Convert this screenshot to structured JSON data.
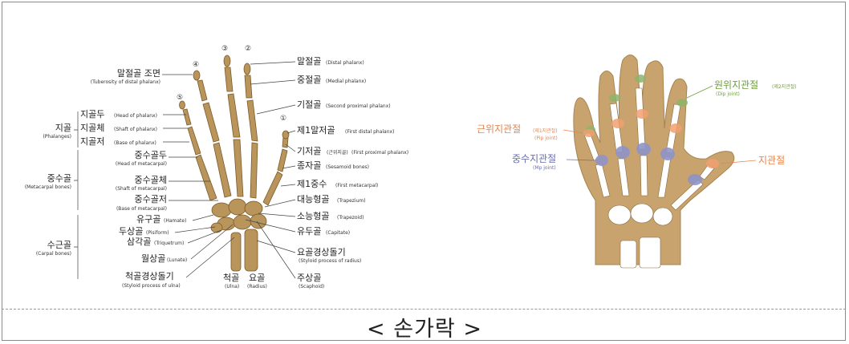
{
  "caption": "< 손가락 >",
  "colors": {
    "bone": "#b9955b",
    "palm": "#c8a36e",
    "green_joint": "#8fb46b",
    "orange_joint": "#f0a070",
    "blue_joint": "#8f94c8"
  },
  "left_diagram": {
    "finger_numbers": [
      "①",
      "②",
      "③",
      "④",
      "⑤"
    ],
    "left_labels": [
      {
        "ko": "말절골 조면",
        "en": "(Tuberosity of distal phalanx)"
      },
      {
        "ko": "지골두",
        "en": "(Head of phalanx)"
      },
      {
        "ko": "지골체",
        "en": "(Shaft of phalanx)"
      },
      {
        "ko": "지골저",
        "en": "(Base of phalanx)"
      },
      {
        "ko": "중수골두",
        "en": "(Head of metacarpal)"
      },
      {
        "ko": "중수골체",
        "en": "(Shaft of metacarpal)"
      },
      {
        "ko": "중수골저",
        "en": "(Base of metacarpal)"
      },
      {
        "ko": "유구골",
        "en": "(Hamate)"
      },
      {
        "ko": "두상골",
        "en": "(Pisiform)"
      },
      {
        "ko": "삼각골",
        "en": "(Triquetrum)"
      },
      {
        "ko": "월상골",
        "en": "(Lunate)"
      },
      {
        "ko": "척골경상돌기",
        "en": "(Styloid process of ulna)"
      }
    ],
    "groups": [
      {
        "ko": "지골",
        "en": "(Phalanges)"
      },
      {
        "ko": "중수골",
        "en": "(Metacarpal bones)"
      },
      {
        "ko": "수근골",
        "en": "(Carpal bones)"
      }
    ],
    "bottom_labels": [
      {
        "ko": "척골",
        "en": "(Ulna)"
      },
      {
        "ko": "요골",
        "en": "(Radius)"
      }
    ],
    "right_labels": [
      {
        "ko": "말절골",
        "en": "(Distal phalanx)"
      },
      {
        "ko": "중절골",
        "en": "(Medial phalanx)"
      },
      {
        "ko": "기절골",
        "en": "(Second proximal phalanx)"
      },
      {
        "ko": "제1말저골",
        "en": "(First distal phalanx)"
      },
      {
        "ko": "기저골",
        "sub": "(근위지골)",
        "en": "(First proximal phalanx)"
      },
      {
        "ko": "종자골",
        "en": "(Sesamoid bones)"
      },
      {
        "ko": "제1중수",
        "en": "(First metacarpal)"
      },
      {
        "ko": "대능형골",
        "en": "(Trapezium)"
      },
      {
        "ko": "소능형골",
        "en": "(Trapezoid)"
      },
      {
        "ko": "유두골",
        "en": "(Capitate)"
      },
      {
        "ko": "요골경상돌기",
        "en": "(Styloid process of radius)"
      },
      {
        "ko": "주상골",
        "en": "(Scaphoid)"
      }
    ]
  },
  "right_diagram": {
    "dip": {
      "ko": "원위지관절",
      "sub": "(제2지관절)",
      "en": "(Dip joint)"
    },
    "pip": {
      "ko": "근위지관절",
      "sub": "(제1지관절)",
      "en": "(Pip joint)"
    },
    "mp": {
      "ko": "중수지관절",
      "en": "(Mp joint)"
    },
    "thumb": {
      "ko": "지관절"
    }
  }
}
